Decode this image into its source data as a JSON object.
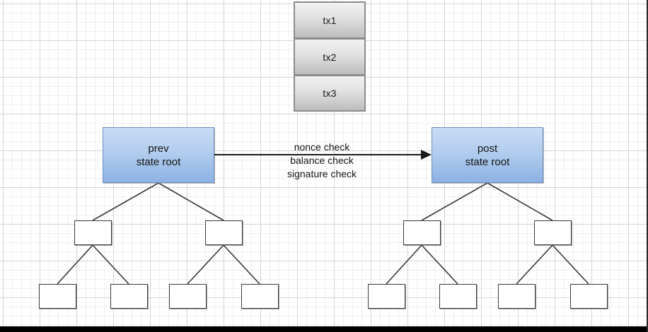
{
  "diagram": {
    "title": "state transition merkle tree diagram",
    "background": {
      "grid_minor_color": "#efefef",
      "grid_major_color": "#d5d5d5",
      "page_color": "#ffffff"
    },
    "transactions": {
      "name": "transaction-list",
      "items": [
        {
          "label": "tx1"
        },
        {
          "label": "tx2"
        },
        {
          "label": "tx3"
        }
      ],
      "fill_top": "#f2f2f2",
      "fill_bottom": "#bdbdbd",
      "border_color": "#8c8c8c"
    },
    "prev_state": {
      "line1": "prev",
      "line2": "state root",
      "fill_top": "#c9dcf4",
      "fill_bottom": "#8cb2e2",
      "border_color": "#6b8fc4"
    },
    "post_state": {
      "line1": "post",
      "line2": "state root",
      "fill_top": "#c9dcf4",
      "fill_bottom": "#8cb2e2",
      "border_color": "#6b8fc4"
    },
    "transition_arrow": {
      "checks": [
        "nonce check",
        "balance check",
        "signature check"
      ],
      "color": "#1a1a1a",
      "direction": "left-to-right"
    },
    "prev_tree": {
      "name": "prev-merkle-tree",
      "internal_nodes": [
        {
          "id": "prev-internal-left"
        },
        {
          "id": "prev-internal-right"
        }
      ],
      "leaf_nodes": [
        {
          "id": "prev-leaf-1"
        },
        {
          "id": "prev-leaf-2"
        },
        {
          "id": "prev-leaf-3"
        },
        {
          "id": "prev-leaf-4"
        }
      ],
      "node_fill": "#ffffff",
      "node_border": "#3a3a3a"
    },
    "post_tree": {
      "name": "post-merkle-tree",
      "internal_nodes": [
        {
          "id": "post-internal-left"
        },
        {
          "id": "post-internal-right"
        }
      ],
      "leaf_nodes": [
        {
          "id": "post-leaf-1"
        },
        {
          "id": "post-leaf-2"
        },
        {
          "id": "post-leaf-3"
        },
        {
          "id": "post-leaf-4"
        }
      ],
      "node_fill": "#ffffff",
      "node_border": "#3a3a3a"
    }
  }
}
